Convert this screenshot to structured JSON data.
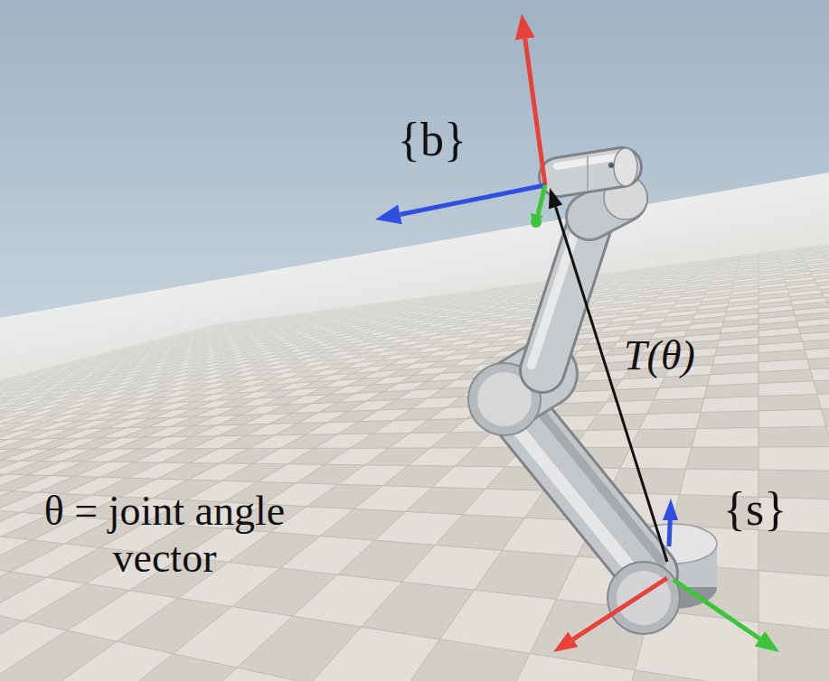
{
  "diagram": {
    "labels": [
      "{b}",
      "T(θ)",
      "θ = joint angle vector",
      "{s}"
    ]
  }
}
